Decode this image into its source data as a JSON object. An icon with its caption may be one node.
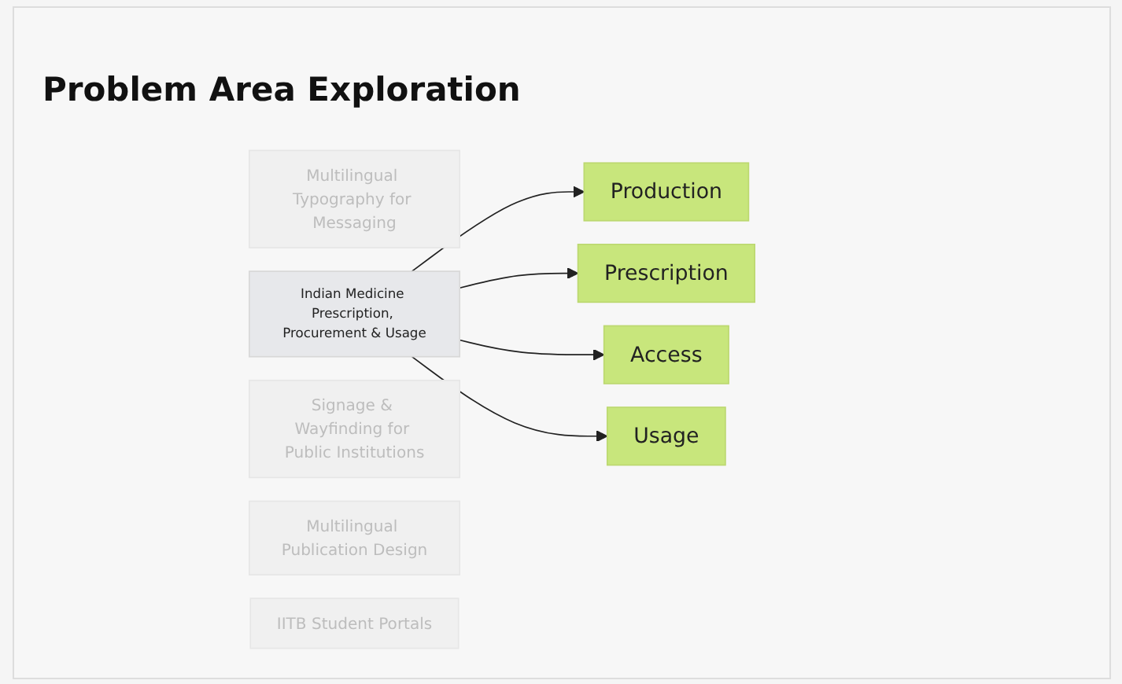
{
  "diagram": {
    "title": "Problem Area Exploration",
    "nodes": [
      {
        "text": [
          "Multilingual Typography for Messaging"
        ]
      },
      {
        "text": [
          "Indian Medicine Prescription, Procurement & Usage"
        ]
      },
      {
        "text": [
          "Signage & Wayfinding for Public Institutions"
        ]
      },
      {
        "text": [
          "Multilingual Publication Design"
        ]
      },
      {
        "text": [
          "IITB Student Portals"
        ]
      },
      {
        "text": [
          "Production"
        ]
      },
      {
        "text": [
          "Prescription"
        ]
      },
      {
        "text": [
          "Access"
        ]
      },
      {
        "text": [
          "Usage"
        ]
      }
    ],
    "edges": [
      {
        "from": 1,
        "to": 5,
        "arrow": "to"
      },
      {
        "from": 1,
        "to": 6,
        "arrow": "to"
      },
      {
        "from": 1,
        "to": 7,
        "arrow": "to"
      },
      {
        "from": 1,
        "to": 8,
        "arrow": "to"
      }
    ]
  }
}
